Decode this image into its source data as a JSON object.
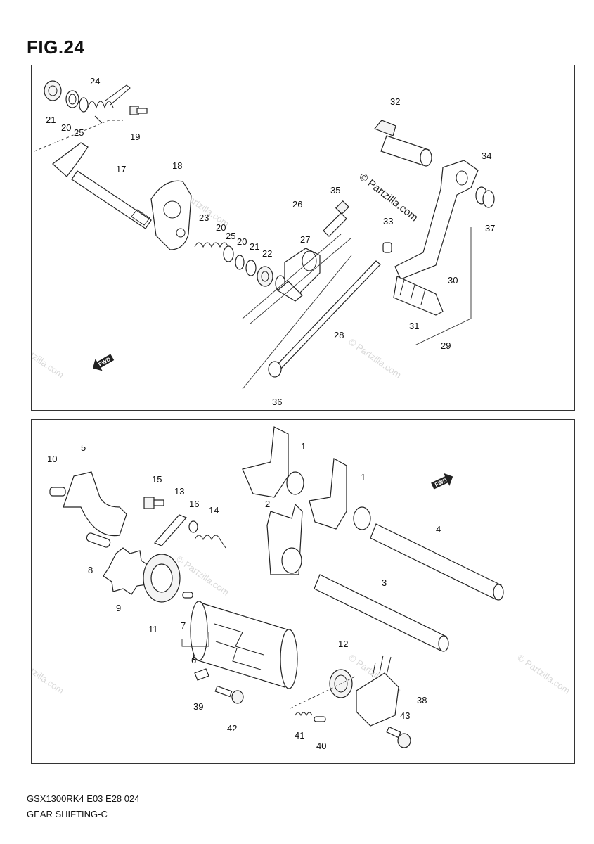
{
  "figure": {
    "title": "FIG.24"
  },
  "watermark": {
    "text": "© Partzilla.com"
  },
  "copyright": {
    "text": "© Partzilla.com"
  },
  "fwd_badge": {
    "text": "FWD"
  },
  "top_panel": {
    "callouts": [
      "21",
      "20",
      "25",
      "24",
      "19",
      "17",
      "18",
      "23",
      "20",
      "25",
      "20",
      "21",
      "22",
      "26",
      "27",
      "35",
      "32",
      "34",
      "33",
      "37",
      "30",
      "28",
      "31",
      "29",
      "36"
    ]
  },
  "bottom_panel": {
    "callouts": [
      "10",
      "5",
      "15",
      "13",
      "16",
      "14",
      "1",
      "1",
      "2",
      "4",
      "8",
      "9",
      "11",
      "7",
      "6",
      "3",
      "12",
      "38",
      "39",
      "42",
      "41",
      "40",
      "43"
    ]
  },
  "footer": {
    "model_code": "GSX1300RK4 E03 E28 024",
    "section_name": "GEAR SHIFTING-C"
  },
  "colors": {
    "outline": "#222222",
    "watermark": "#d9d9d9",
    "background": "#ffffff"
  }
}
